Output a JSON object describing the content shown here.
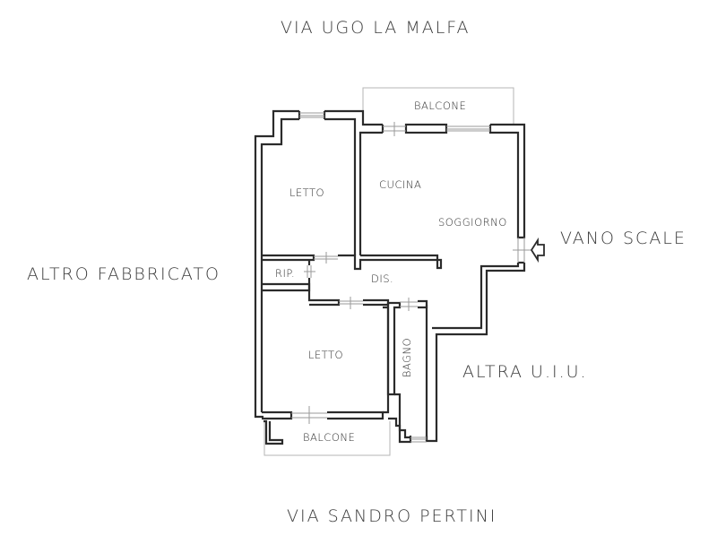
{
  "streets": {
    "north": "VIA UGO LA MALFA",
    "south": "VIA SANDRO PERTINI"
  },
  "surroundings": {
    "west": "ALTRO FABBRICATO",
    "east_entry": "VANO SCALE",
    "east_lower": "ALTRA U.I.U."
  },
  "rooms": {
    "letto_top": "LETTO",
    "cucina": "CUCINA",
    "soggiorno": "SOGGIORNO",
    "ripostiglio": "RIP.",
    "disimpegno": "DIS.",
    "letto_bottom": "LETTO",
    "bagno": "BAGNO",
    "balcone_top": "BALCONE",
    "balcone_bottom": "BALCONE"
  },
  "icons": {
    "entry": "entry-arrow-icon"
  },
  "colors": {
    "wall": "#2b2b2b",
    "window": "#9a9a9a",
    "balcony_outline": "#b5b5b5",
    "text": "#3a3a3a",
    "background": "#ffffff"
  }
}
